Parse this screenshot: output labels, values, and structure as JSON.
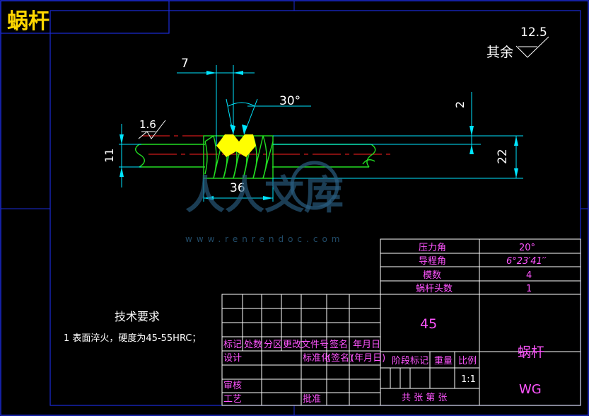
{
  "title": "蜗杆",
  "surface_finish": {
    "default_prefix": "其余",
    "default_value": "12.5",
    "local_value": "1.6"
  },
  "dimensions": {
    "pitch": "7",
    "angle": "30°",
    "depth": "2",
    "diameter_outer": "22",
    "diameter_root": "11",
    "length": "36"
  },
  "watermark": {
    "brand": "人人文库",
    "url": "www.renrendoc.com"
  },
  "tech_requirements": {
    "heading": "技术要求",
    "items": [
      "1  表面淬火，硬度为45-55HRC；"
    ]
  },
  "parameters": [
    {
      "label": "压力角",
      "value": "20°"
    },
    {
      "label": "导程角",
      "value": "6°23′41′′"
    },
    {
      "label": "模数",
      "value": "4"
    },
    {
      "label": "蜗杆头数",
      "value": "1"
    }
  ],
  "title_block": {
    "material": "45",
    "part_name": "蜗杆",
    "drawing_code": "WG",
    "scale": "1:1",
    "header_row": [
      "标记",
      "处数",
      "分区",
      "更改文件号",
      "签名",
      "年月日"
    ],
    "design": "设计",
    "standardize": "标准化",
    "sign": "(签名)",
    "date": "(年月日)",
    "stage_mark": "阶段标记",
    "weight": "重量",
    "ratio": "比例",
    "review": "审核",
    "process": "工艺",
    "approve": "批准",
    "sheets": "共  张 第  张"
  }
}
